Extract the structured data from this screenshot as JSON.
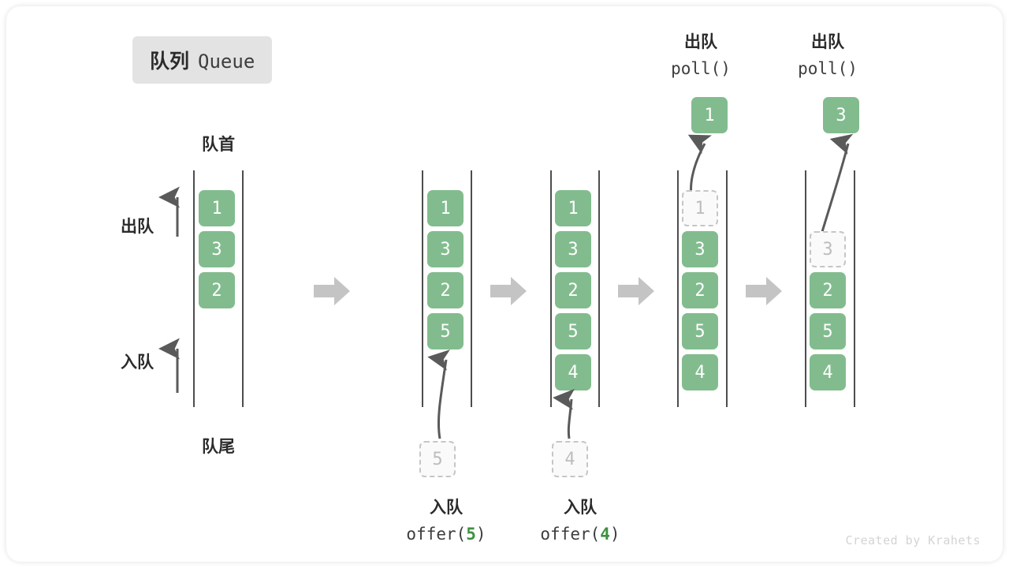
{
  "diagram": {
    "title_cn": "队列",
    "title_en": "Queue",
    "head_label": "队首",
    "tail_label": "队尾",
    "dequeue_label": "出队",
    "enqueue_label": "入队",
    "footer": "Created by Krahets",
    "colors": {
      "cell_fill": "#82bc8e",
      "cell_text": "#ffffff",
      "ghost_fill": "#fafafa",
      "ghost_border": "#c6c6c6",
      "ghost_text": "#bdbdbd",
      "rail": "#4d4d4d",
      "arrow": "#5a5a5a",
      "block_arrow": "#c4c4c4",
      "badge_bg": "#e3e3e3",
      "accent_green": "#3f9142",
      "text": "#2b2b2b",
      "footer_text": "#d4d4d4"
    },
    "stages": [
      {
        "id": "initial",
        "cells": [
          {
            "value": "1",
            "state": "filled"
          },
          {
            "value": "3",
            "state": "filled"
          },
          {
            "value": "2",
            "state": "filled"
          }
        ],
        "extracted": null,
        "incoming": null,
        "top_label": null,
        "bottom_label": null
      },
      {
        "id": "after-offer-5",
        "cells": [
          {
            "value": "1",
            "state": "filled"
          },
          {
            "value": "3",
            "state": "filled"
          },
          {
            "value": "2",
            "state": "filled"
          },
          {
            "value": "5",
            "state": "filled"
          }
        ],
        "extracted": null,
        "incoming": {
          "value": "5",
          "state": "ghost"
        },
        "top_label": null,
        "bottom_label": {
          "cn": "入队",
          "code_prefix": "offer(",
          "code_arg": "5",
          "code_suffix": ")"
        }
      },
      {
        "id": "after-offer-4",
        "cells": [
          {
            "value": "1",
            "state": "filled"
          },
          {
            "value": "3",
            "state": "filled"
          },
          {
            "value": "2",
            "state": "filled"
          },
          {
            "value": "5",
            "state": "filled"
          },
          {
            "value": "4",
            "state": "filled"
          }
        ],
        "extracted": null,
        "incoming": {
          "value": "4",
          "state": "ghost"
        },
        "top_label": null,
        "bottom_label": {
          "cn": "入队",
          "code_prefix": "offer(",
          "code_arg": "4",
          "code_suffix": ")"
        }
      },
      {
        "id": "after-poll-1",
        "cells": [
          {
            "value": "1",
            "state": "ghost"
          },
          {
            "value": "3",
            "state": "filled"
          },
          {
            "value": "2",
            "state": "filled"
          },
          {
            "value": "5",
            "state": "filled"
          },
          {
            "value": "4",
            "state": "filled"
          }
        ],
        "extracted": {
          "value": "1",
          "state": "filled"
        },
        "incoming": null,
        "top_label": {
          "cn": "出队",
          "code_prefix": "poll(",
          "code_arg": "",
          "code_suffix": ")"
        },
        "bottom_label": null
      },
      {
        "id": "after-poll-3",
        "cells": [
          {
            "value": "",
            "state": "empty"
          },
          {
            "value": "3",
            "state": "ghost"
          },
          {
            "value": "2",
            "state": "filled"
          },
          {
            "value": "5",
            "state": "filled"
          },
          {
            "value": "4",
            "state": "filled"
          }
        ],
        "extracted": {
          "value": "3",
          "state": "filled"
        },
        "incoming": null,
        "top_label": {
          "cn": "出队",
          "code_prefix": "poll(",
          "code_arg": "",
          "code_suffix": ")"
        },
        "bottom_label": null
      }
    ]
  }
}
